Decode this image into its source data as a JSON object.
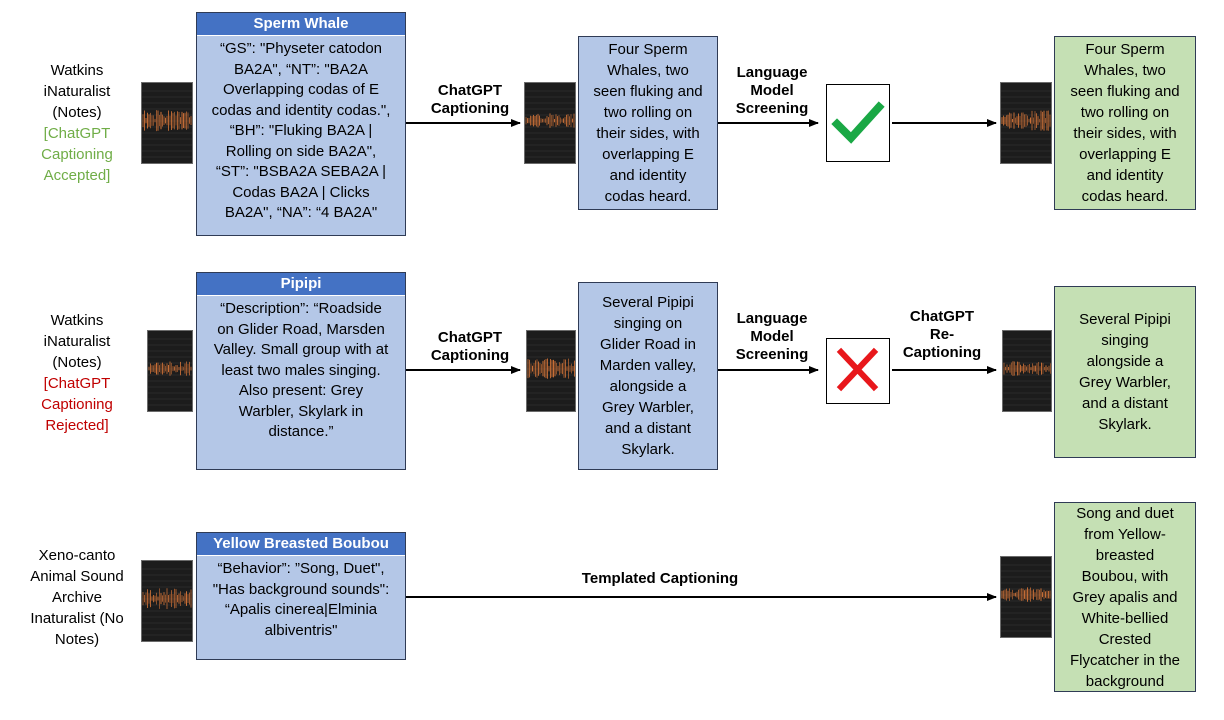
{
  "rows": [
    {
      "source": [
        "Watkins",
        "iNaturalist",
        "(Notes)"
      ],
      "status": [
        "[ChatGPT",
        "Captioning",
        "Accepted]"
      ],
      "meta_title": "Sperm Whale",
      "meta_body": "“GS”: \"Physeter catodon\nBA2A\", “NT”: \"BA2A\nOverlapping codas of E\ncodas and identity codas.\",\n“BH”: \"Fluking  BA2A |\nRolling on side  BA2A\",\n“ST”: \"BSBA2A  SEBA2A |\nCodas  BA2A | Clicks\nBA2A\", “NA”: “4 BA2A\"",
      "step1": "ChatGPT\nCaptioning",
      "caption": "Four Sperm\nWhales, two\nseen fluking and\ntwo rolling on\ntheir sides, with\noverlapping E\nand identity\ncodas heard.",
      "step2": "Language\nModel\nScreening",
      "screen_result": "accepted",
      "step3": "",
      "final": "Four Sperm\nWhales, two\nseen fluking and\ntwo rolling on\ntheir sides, with\noverlapping E\nand identity\ncodas heard."
    },
    {
      "source": [
        "Watkins",
        "iNaturalist",
        "(Notes)"
      ],
      "status": [
        "[ChatGPT",
        "Captioning",
        "Rejected]"
      ],
      "meta_title": "Pipipi",
      "meta_body": "“Description”: “Roadside\non Glider Road, Marsden\nValley. Small group with at\nleast two males singing.\nAlso present: Grey\nWarbler, Skylark in\ndistance.”",
      "step1": "ChatGPT\nCaptioning",
      "caption": "Several Pipipi\nsinging on\nGlider Road in\nMarden valley,\nalongside a\nGrey Warbler,\nand a distant\nSkylark.",
      "step2": "Language\nModel\nScreening",
      "screen_result": "rejected",
      "step3": "ChatGPT\nRe-\nCaptioning",
      "final": "Several Pipipi\nsinging\nalongside a\nGrey Warbler,\nand a distant\nSkylark."
    },
    {
      "source": [
        "Xeno-canto",
        "Animal Sound",
        "Archive",
        "Inaturalist (No",
        "Notes)"
      ],
      "meta_title": "Yellow Breasted Boubou",
      "meta_body": "“Behavior”: ”Song, Duet\",\n\"Has background sounds\":\n“Apalis cinerea|Elminia\nalbiventris\"",
      "step_wide": "Templated Captioning",
      "final": "Song and duet\nfrom Yellow-\nbreasted\nBoubou, with\nGrey apalis and\nWhite-bellied\nCrested\nFlycatcher in the\nbackground"
    }
  ],
  "colors": {
    "meta_fill": "#b4c7e7",
    "meta_header": "#4472c4",
    "final_fill": "#c5e0b4",
    "accepted": "#70ad47",
    "rejected": "#c00000",
    "check": "#1aa845",
    "cross": "#e8171b",
    "waveform": "#e07a3a"
  },
  "icons": [
    "spectrogram-icon",
    "checkmark-icon",
    "cross-icon"
  ]
}
